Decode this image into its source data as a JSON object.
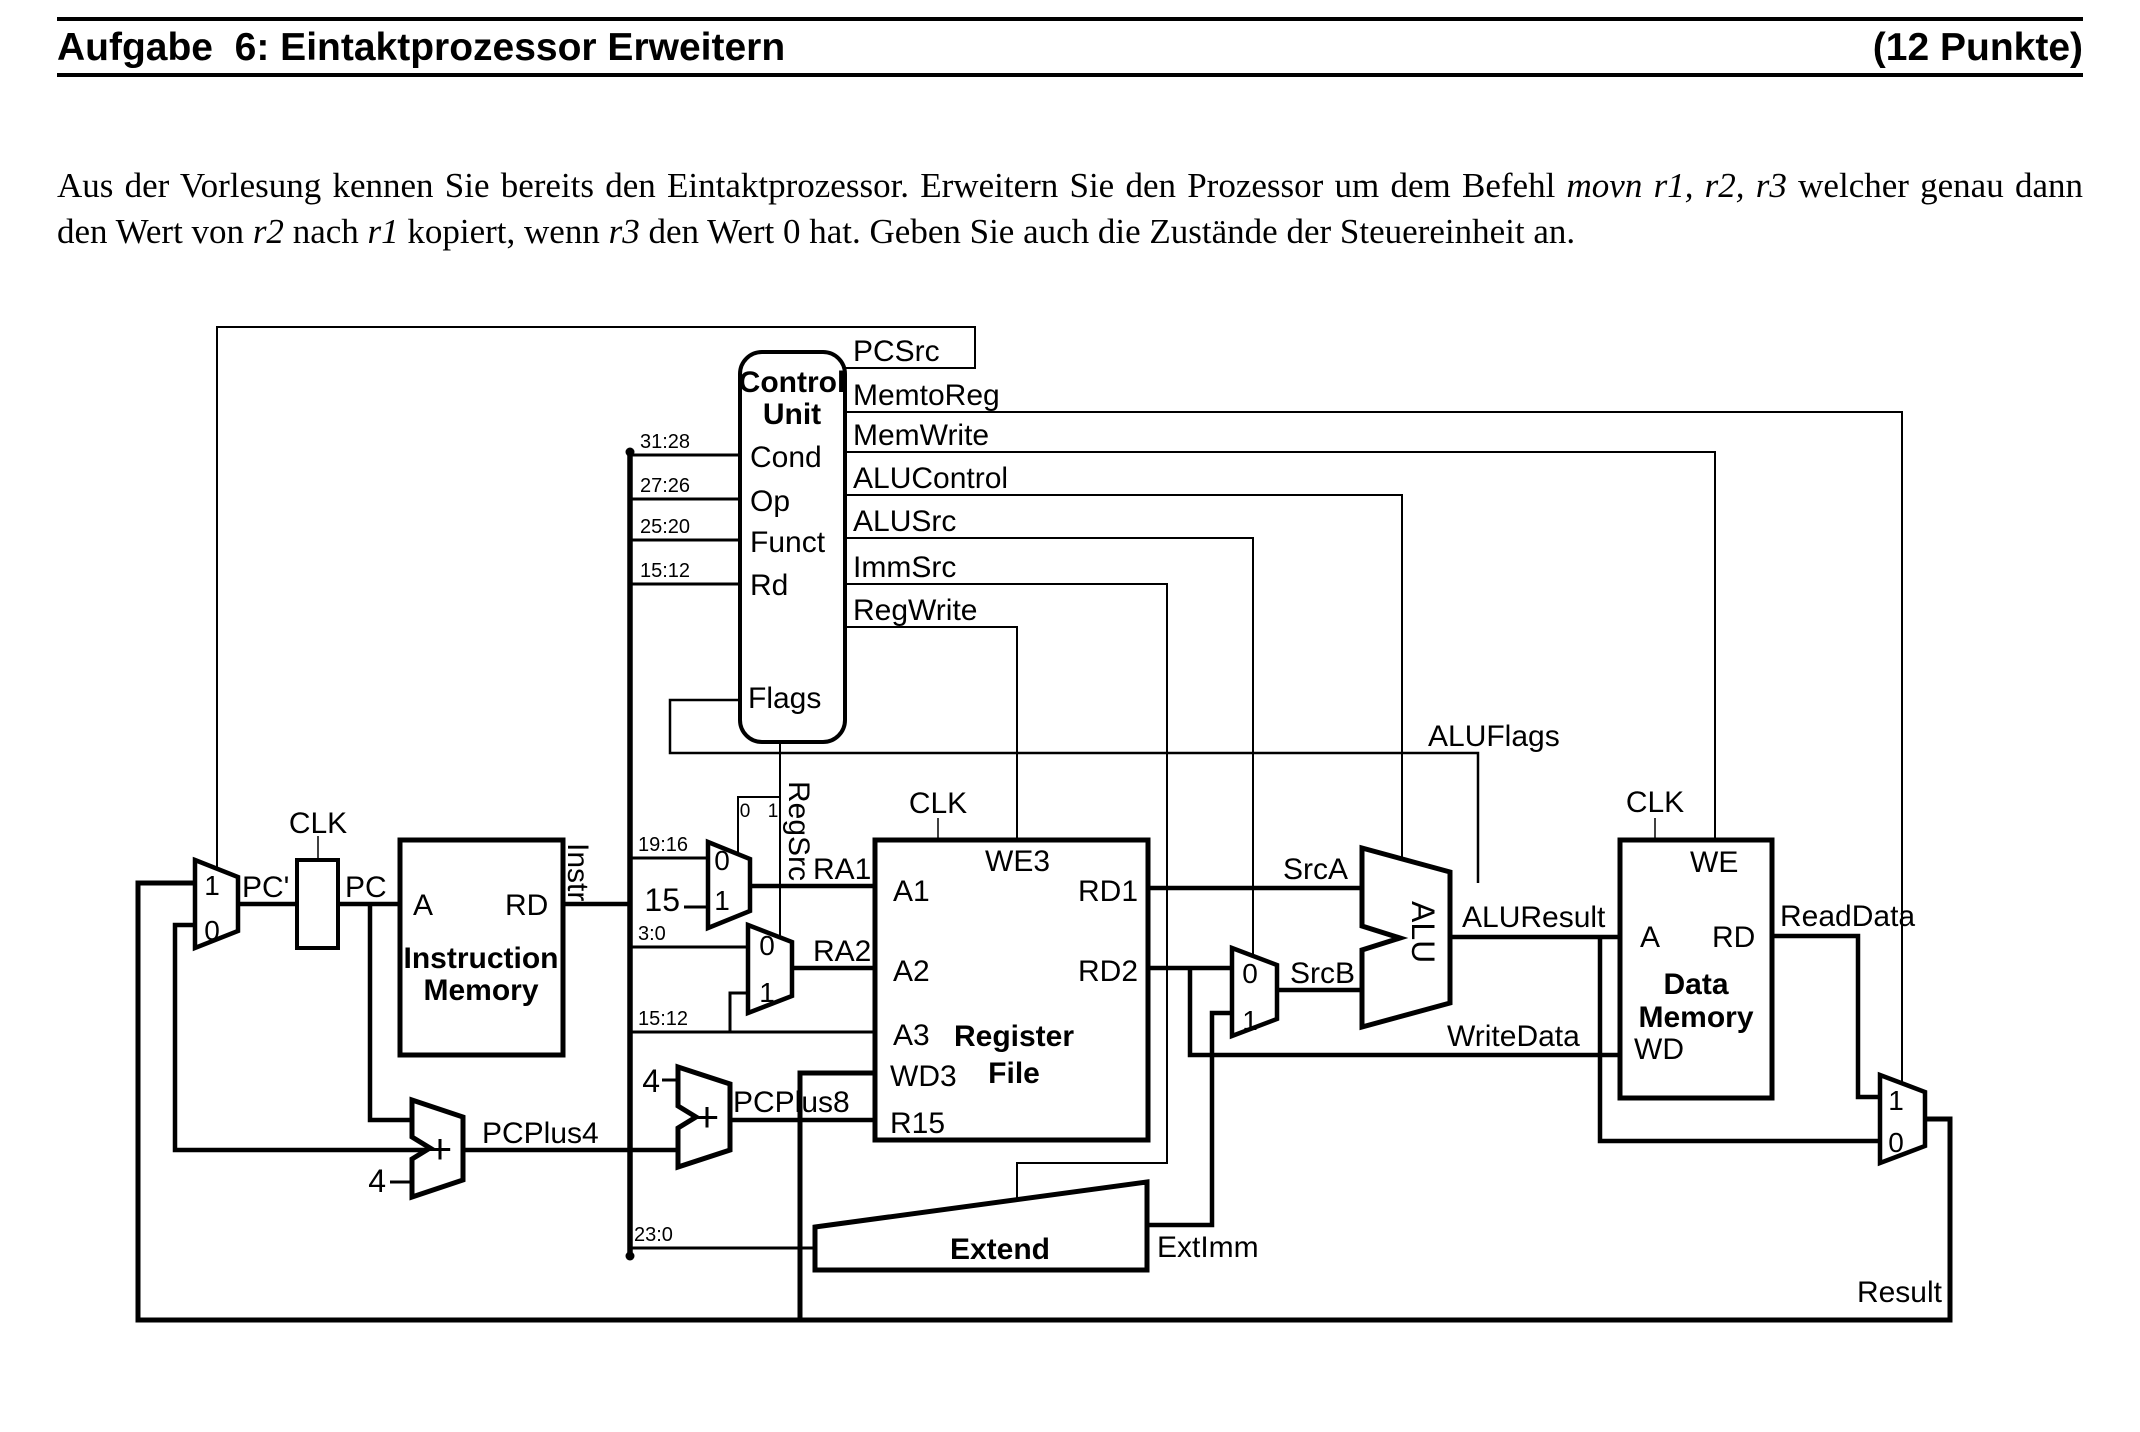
{
  "header": {
    "title": "Aufgabe  6: Eintaktprozessor Erweitern",
    "points": "(12 Punkte)"
  },
  "task": {
    "t1": "Aus der Vorlesung kennen Sie bereits den Eintaktprozessor. Erweitern Sie den Prozessor um dem Befehl ",
    "t2_italic": "movn r1, r2, r3",
    "t3": " welcher genau dann den Wert von ",
    "t4_italic": "r2",
    "t5": " nach ",
    "t6_italic": "r1",
    "t7": " kopiert, wenn ",
    "t8_italic": "r3",
    "t9": " den Wert 0 hat. Geben Sie auch die Zustände der Steuereinheit an."
  },
  "diagram": {
    "colors": {
      "ink": "#000000",
      "paper": "#ffffff"
    },
    "labels": {
      "control1": "Control",
      "control2": "Unit",
      "cond": "Cond",
      "op": "Op",
      "funct": "Funct",
      "rd": "Rd",
      "flags": "Flags",
      "bits_31_28": "31:28",
      "bits_27_26": "27:26",
      "bits_25_20": "25:20",
      "bits_15_12": "15:12",
      "bits_19_16": "19:16",
      "bits_3_0": "3:0",
      "bits_23_0": "23:0",
      "pcsrc": "PCSrc",
      "memtoreg": "MemtoReg",
      "memwrite": "MemWrite",
      "alucontrol": "ALUControl",
      "alusrc": "ALUSrc",
      "immsrc": "ImmSrc",
      "regwrite": "RegWrite",
      "aluflags": "ALUFlags",
      "clk": "CLK",
      "mux0": "0",
      "mux1": "1",
      "pc_next": "PC'",
      "pc": "PC",
      "port_a": "A",
      "port_rd": "RD",
      "instruction": "Instruction",
      "memory": "Memory",
      "instr": "Instr",
      "const15": "15",
      "const4": "4",
      "plus": "+",
      "regsrc": "RegSrc",
      "ra1": "RA1",
      "ra2": "RA2",
      "a1": "A1",
      "a2": "A2",
      "a3": "A3",
      "wd3": "WD3",
      "r15": "R15",
      "we3": "WE3",
      "rd1": "RD1",
      "rd2": "RD2",
      "register": "Register",
      "file": "File",
      "pcplus4": "PCPlus4",
      "pcplus8": "PCPlus8",
      "srca": "SrcA",
      "srcb": "SrcB",
      "alu": "ALU",
      "aluresult": "ALUResult",
      "writedata": "WriteData",
      "extend": "Extend",
      "extimm": "ExtImm",
      "we": "WE",
      "data": "Data",
      "wd": "WD",
      "readdata": "ReadData",
      "result": "Result"
    }
  }
}
